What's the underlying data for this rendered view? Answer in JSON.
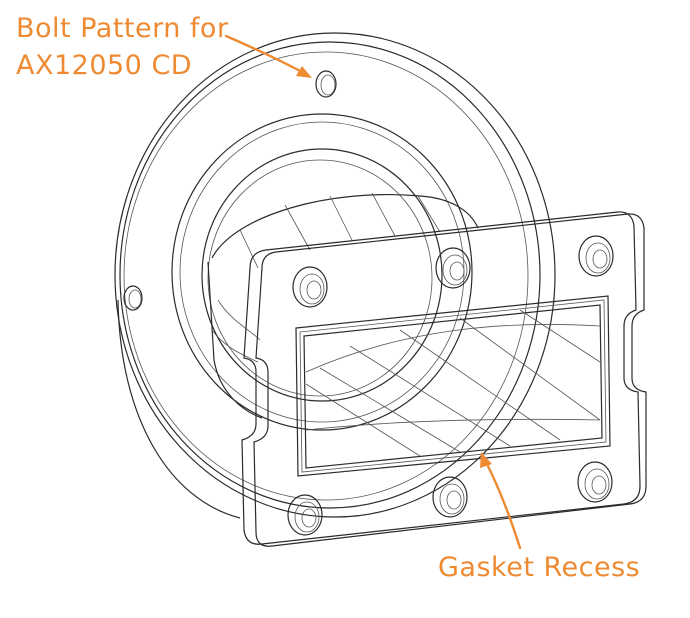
{
  "annotations": {
    "bolt_pattern": {
      "line1": "Bolt Pattern for",
      "line2": "AX12050 CD"
    },
    "gasket_recess": "Gasket Recess"
  },
  "colors": {
    "annotation": "#ee8a32",
    "linework": "#2b2b2b",
    "background": "#ffffff"
  }
}
